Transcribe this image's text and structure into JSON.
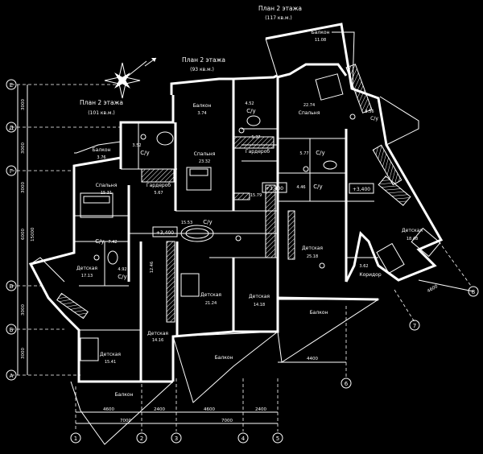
{
  "titles": {
    "plan_117": "План 2 этажа",
    "area_117": "(117 кв.м.)",
    "plan_93": "План 2 этажа",
    "area_93": "(93 кв.м.)",
    "plan_101": "План 2 этажа",
    "area_101": "(101 кв.м.)"
  },
  "rooms": {
    "balkon_top": {
      "name": "Балкон",
      "area": "11.08"
    },
    "spalnya_right": {
      "name": "Спальня",
      "area": "22.74"
    },
    "su_right_top": {
      "name": "С/у",
      "area": "3.56"
    },
    "balkon_mid": {
      "name": "Балкон",
      "area": "3.74"
    },
    "su_mid_top": {
      "name": "С/у",
      "area": "4.52"
    },
    "spalnya_mid": {
      "name": "Спальня",
      "area": "23.32"
    },
    "garderob_mid": {
      "name": "Гардероб",
      "area": "5.37"
    },
    "su_center_right": {
      "name": "С/у",
      "area": "5.77"
    },
    "su_center_right2": {
      "name": "С/у",
      "area": "4.46"
    },
    "mark_3400_right": {
      "name": "+3,400"
    },
    "balkon_left": {
      "name": "Балкон",
      "area": "3.76"
    },
    "su_left_top": {
      "name": "С/у",
      "area": "3.52"
    },
    "spalnya_left": {
      "name": "Спальня",
      "area": "15.31"
    },
    "garderob_left": {
      "name": "Гардероб",
      "area": "5.67"
    },
    "mark_3400_mid": {
      "name": "+3,400"
    },
    "su_center": {
      "name": "С/у",
      "area": "15.53"
    },
    "hall_mid": {
      "name": "15.79"
    },
    "mark_3400_left": {
      "name": "+3,400"
    },
    "su_left_mid": {
      "name": "С/у",
      "area": "7.42"
    },
    "detskaya_left": {
      "name": "Детская",
      "area": "17.13"
    },
    "su_left_bottom": {
      "name": "С/у",
      "area": "4.92"
    },
    "area_12_46": {
      "name": "12.46"
    },
    "detskaya_center": {
      "name": "Детская",
      "area": "21.24"
    },
    "detskaya_center2": {
      "name": "Детская",
      "area": "14.18"
    },
    "detskaya_right_mid": {
      "name": "Детская",
      "area": "25.18"
    },
    "koridor_right": {
      "name": "Коридор",
      "area": "3.62"
    },
    "detskaya_far_right": {
      "name": "Детская",
      "area": "18.48"
    },
    "balkon_right_mid": {
      "name": "Балкон"
    },
    "balkon_center": {
      "name": "Балкон"
    },
    "detskaya_small": {
      "name": "Детская",
      "area": "14.16"
    },
    "detskaya_bottom_left": {
      "name": "Детская",
      "area": "15.41"
    },
    "balkon_bottom": {
      "name": "Балкон"
    }
  },
  "axes": {
    "rows": [
      "Е",
      "Д",
      "Г",
      "В",
      "Б",
      "А"
    ],
    "cols": [
      "1",
      "2",
      "3",
      "4",
      "5"
    ],
    "extra": [
      "6",
      "7",
      "8"
    ]
  },
  "dims": {
    "left": [
      "3000",
      "3000",
      "3000",
      "6000",
      "3000",
      "3000"
    ],
    "left_total": "15000",
    "bottom_top": [
      "4600",
      "2400",
      "4600",
      "2400"
    ],
    "bottom_bottom": [
      "7000",
      "7000"
    ],
    "right_4400": "4400",
    "right_4600": "4600"
  }
}
